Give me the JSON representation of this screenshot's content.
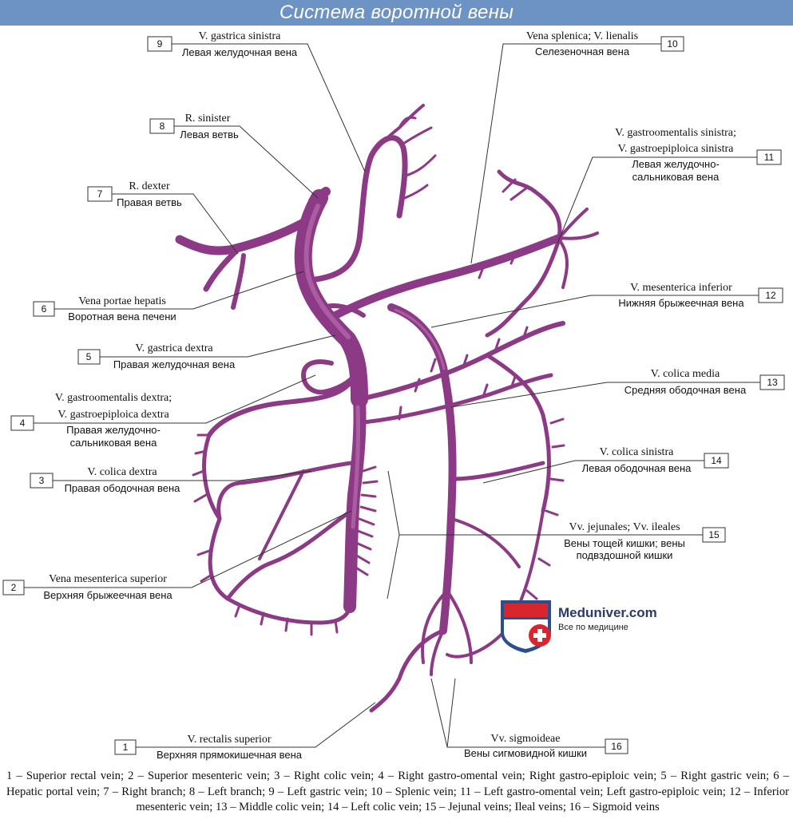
{
  "title": "Система воротной вены",
  "labels": [
    {
      "num": "1",
      "latin": "V. rectalis superior",
      "ru": "Верхняя прямокишечная вена"
    },
    {
      "num": "2",
      "latin": "Vena mesenterica superior",
      "ru": "Верхняя брыжеечная вена"
    },
    {
      "num": "3",
      "latin": "V. colica dextra",
      "ru": "Правая ободочная вена"
    },
    {
      "num": "4",
      "latin": "V. gastroomentalis dextra;",
      "latin2": "V. gastroepiploica dextra",
      "ru": "Правая желудочно-",
      "ru2": "сальниковая вена"
    },
    {
      "num": "5",
      "latin": "V. gastrica dextra",
      "ru": "Правая желудочная вена"
    },
    {
      "num": "6",
      "latin": "Vena portae hepatis",
      "ru": "Воротная вена печени"
    },
    {
      "num": "7",
      "latin": "R. dexter",
      "ru": "Правая ветвь"
    },
    {
      "num": "8",
      "latin": "R. sinister",
      "ru": "Левая ветвь"
    },
    {
      "num": "9",
      "latin": "V. gastrica sinistra",
      "ru": "Левая желудочная вена"
    },
    {
      "num": "10",
      "latin": "Vena splenica; V. lienalis",
      "ru": "Селезеночная вена"
    },
    {
      "num": "11",
      "latin": "V. gastroomentalis sinistra;",
      "latin2": "V. gastroepiploica sinistra",
      "ru": "Левая желудочно-",
      "ru2": "сальниковая вена"
    },
    {
      "num": "12",
      "latin": "V. mesenterica inferior",
      "ru": "Нижняя брыжеечная вена"
    },
    {
      "num": "13",
      "latin": "V. colica media",
      "ru": "Средняя ободочная вена"
    },
    {
      "num": "14",
      "latin": "V. colica sinistra",
      "ru": "Левая ободочная вена"
    },
    {
      "num": "15",
      "latin": "Vv. jejunales; Vv. ileales",
      "ru": "Вены тощей кишки; вены",
      "ru2": "подвздошной кишки"
    },
    {
      "num": "16",
      "latin": "Vv. sigmoideae",
      "ru": "Вены сигмовидной кишки"
    }
  ],
  "logo": {
    "name": "Meduniver.com",
    "tagline": "Все по медицине"
  },
  "caption": "1 – Superior rectal vein; 2 – Superior mesenteric vein; 3 – Right colic vein; 4 – Right gastro-omental vein; Right gastro-epiploic vein; 5 – Right gastric vein; 6 – Hepatic portal vein; 7 – Right branch; 8 – Left branch; 9 – Left gastric vein; 10 – Splenic vein; 11 – Left gastro-omental vein; Left gastro-epiploic vein; 12 – Inferior mesenteric vein; 13 – Middle colic vein; 14 – Left colic vein; 15 – Jejunal veins; Ileal veins; 16 – Sigmoid veins",
  "colors": {
    "vein": "#8c3a86",
    "header": "#6d93c5",
    "logo_red": "#d8262f",
    "logo_blue": "#2b4f8c"
  }
}
